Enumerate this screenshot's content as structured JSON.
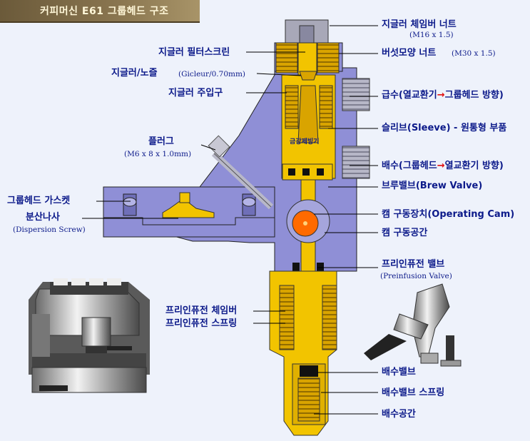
{
  "title": "커피머신 E61 그룹헤드 구조",
  "inner_label": "금강제빙기",
  "labels": {
    "jet_chamber_nut": "지글러 체임버 너트",
    "jet_chamber_nut_sub": "(M16 x 1.5)",
    "jet_filter_screen": "지글러 필터스크린",
    "mushroom_nut": "버섯모양 너트",
    "mushroom_nut_sub": "(M30 x 1.5)",
    "gicleur": "지글러/노즐",
    "gicleur_sub": "(Gicleur/0.70mm)",
    "jet_inlet": "지글러 주입구",
    "water_in_a": "급수(열교환기",
    "water_in_arrow": "→",
    "water_in_b": "그룹헤드 방향)",
    "sleeve": "슬리브(Sleeve) - 원통형 부품",
    "plug": "플러그",
    "plug_sub": "(M6 x 8 x 1.0mm)",
    "drain_a": "배수(그룹헤드",
    "drain_arrow": "→",
    "drain_b": "열교환기 방향)",
    "brew_valve": "브루밸브(Brew Valve)",
    "gasket": "그룹헤드 가스켓",
    "cam": "캠 구동장치(Operating Cam)",
    "dispersion": "분산나사",
    "dispersion_sub": "(Dispersion Screw)",
    "cam_space": "캠 구동공간",
    "preinfusion_valve": "프리인퓨전 밸브",
    "preinfusion_valve_sub": "(Preinfusion Valve)",
    "preinfusion_chamber": "프리인퓨전 체임버",
    "preinfusion_spring": "프리인퓨전 스프링",
    "drain_valve": "배수밸브",
    "drain_valve_spring": "배수밸브 스프링",
    "drain_space": "배수공간"
  },
  "colors": {
    "body": "#8f8fd6",
    "brass": "#f2c400",
    "label": "#0c1a8a",
    "cam": "#ff6a00",
    "arrow": "#e01010"
  }
}
